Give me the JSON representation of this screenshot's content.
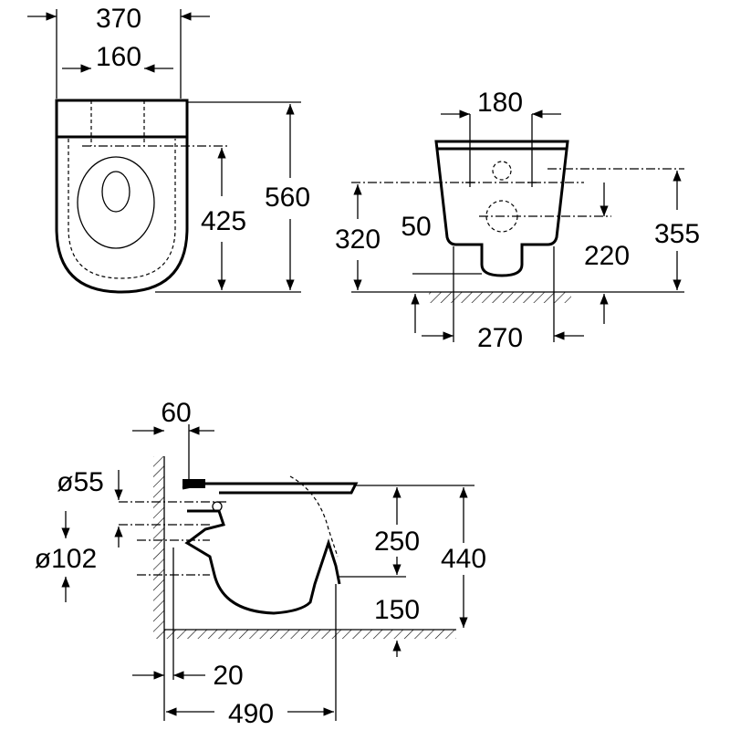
{
  "title": "Wall-hung toilet dimension drawing",
  "top_view": {
    "width": "370",
    "fixing_spacing": "160",
    "length": "560",
    "fixing_to_front": "425"
  },
  "rear_view": {
    "fixing_spacing": "180",
    "fixing_height": "320",
    "waste_offset": "50",
    "waste_height": "220",
    "top_height": "355",
    "width": "270"
  },
  "side_view": {
    "inlet_offset": "60",
    "inlet_diameter": "ø55",
    "outlet_diameter": "ø102",
    "waste_height": "250",
    "top_height": "440",
    "bottom_height": "150",
    "wall_gap": "20",
    "projection": "490"
  }
}
